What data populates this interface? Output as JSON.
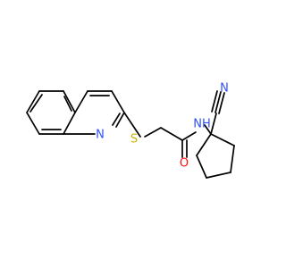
{
  "molecule": {
    "atoms": {
      "ring_nitrogen": {
        "label": "N",
        "color": "#3050f8"
      },
      "sulfur": {
        "label": "S",
        "color": "#c8b400"
      },
      "amide_oxygen": {
        "label": "O",
        "color": "#ff0d0d"
      },
      "amide_nitrogen": {
        "label": "NH",
        "color": "#3050f8"
      },
      "nitrile_nitrogen": {
        "label": "N",
        "color": "#3050f8"
      }
    },
    "bond_color": "#000000"
  }
}
